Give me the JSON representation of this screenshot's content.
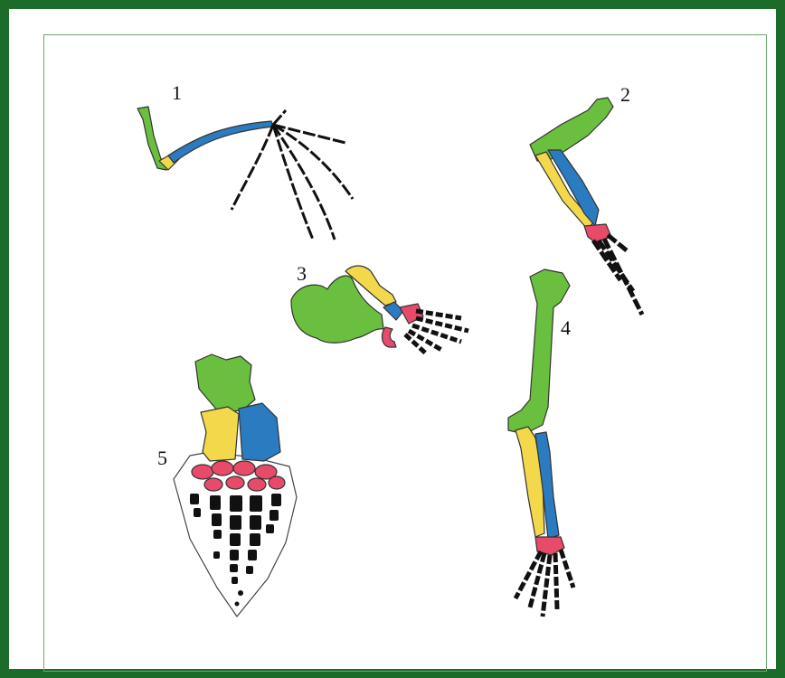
{
  "labels": {
    "l1": "1",
    "l2": "2",
    "l3": "3",
    "l4": "4",
    "l5": "5"
  },
  "colors": {
    "background": "#1d6b2a",
    "panel": "#ffffff",
    "panel_border": "#6aa86e",
    "humerus": "#6abf3f",
    "radius": "#f2d84a",
    "ulna": "#2a7bbf",
    "carpals": "#e84a6a",
    "digits": "#111111",
    "outline": "#333333"
  }
}
